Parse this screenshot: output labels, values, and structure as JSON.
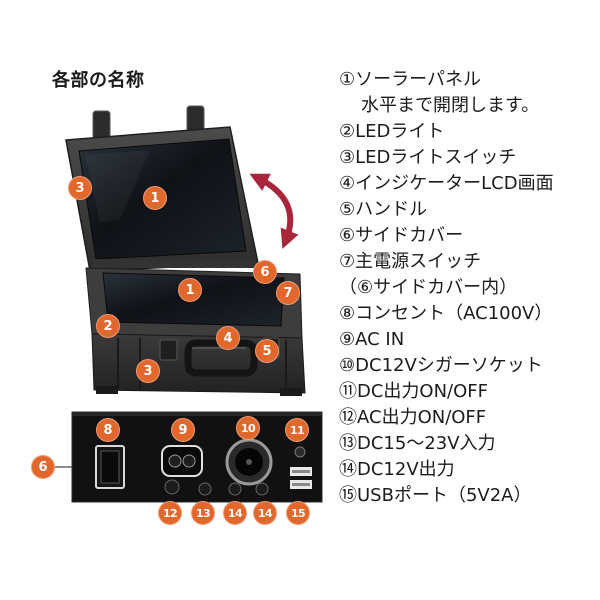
{
  "title": "各部の名称",
  "parts_list": [
    "①ソーラーパネル",
    "水平まで開閉します。",
    "②LEDライト",
    "③LEDライトスイッチ",
    "④インジケーターLCD画面",
    "⑤ハンドル",
    "⑥サイドカバー",
    "⑦主電源スイッチ",
    "（⑥サイドカバー内）",
    "⑧コンセント（AC100V）",
    "⑨AC IN",
    "⑩DC12Vシガーソケット",
    "⑪DC出力ON/OFF",
    "⑫AC出力ON/OFF",
    "⑬DC15～23V入力",
    "⑭DC12V出力",
    "⑮USBポート（5V2A）"
  ],
  "callouts": {
    "unit_view": [
      "1",
      "3",
      "1",
      "6",
      "7",
      "2",
      "4",
      "5",
      "3"
    ],
    "side_panel": [
      "8",
      "9",
      "10",
      "11",
      "6",
      "12",
      "13",
      "14",
      "14",
      "15"
    ]
  },
  "colors": {
    "callout": "#e2672c",
    "callout_text": "#ffffff",
    "arrow": "#a8253b"
  }
}
